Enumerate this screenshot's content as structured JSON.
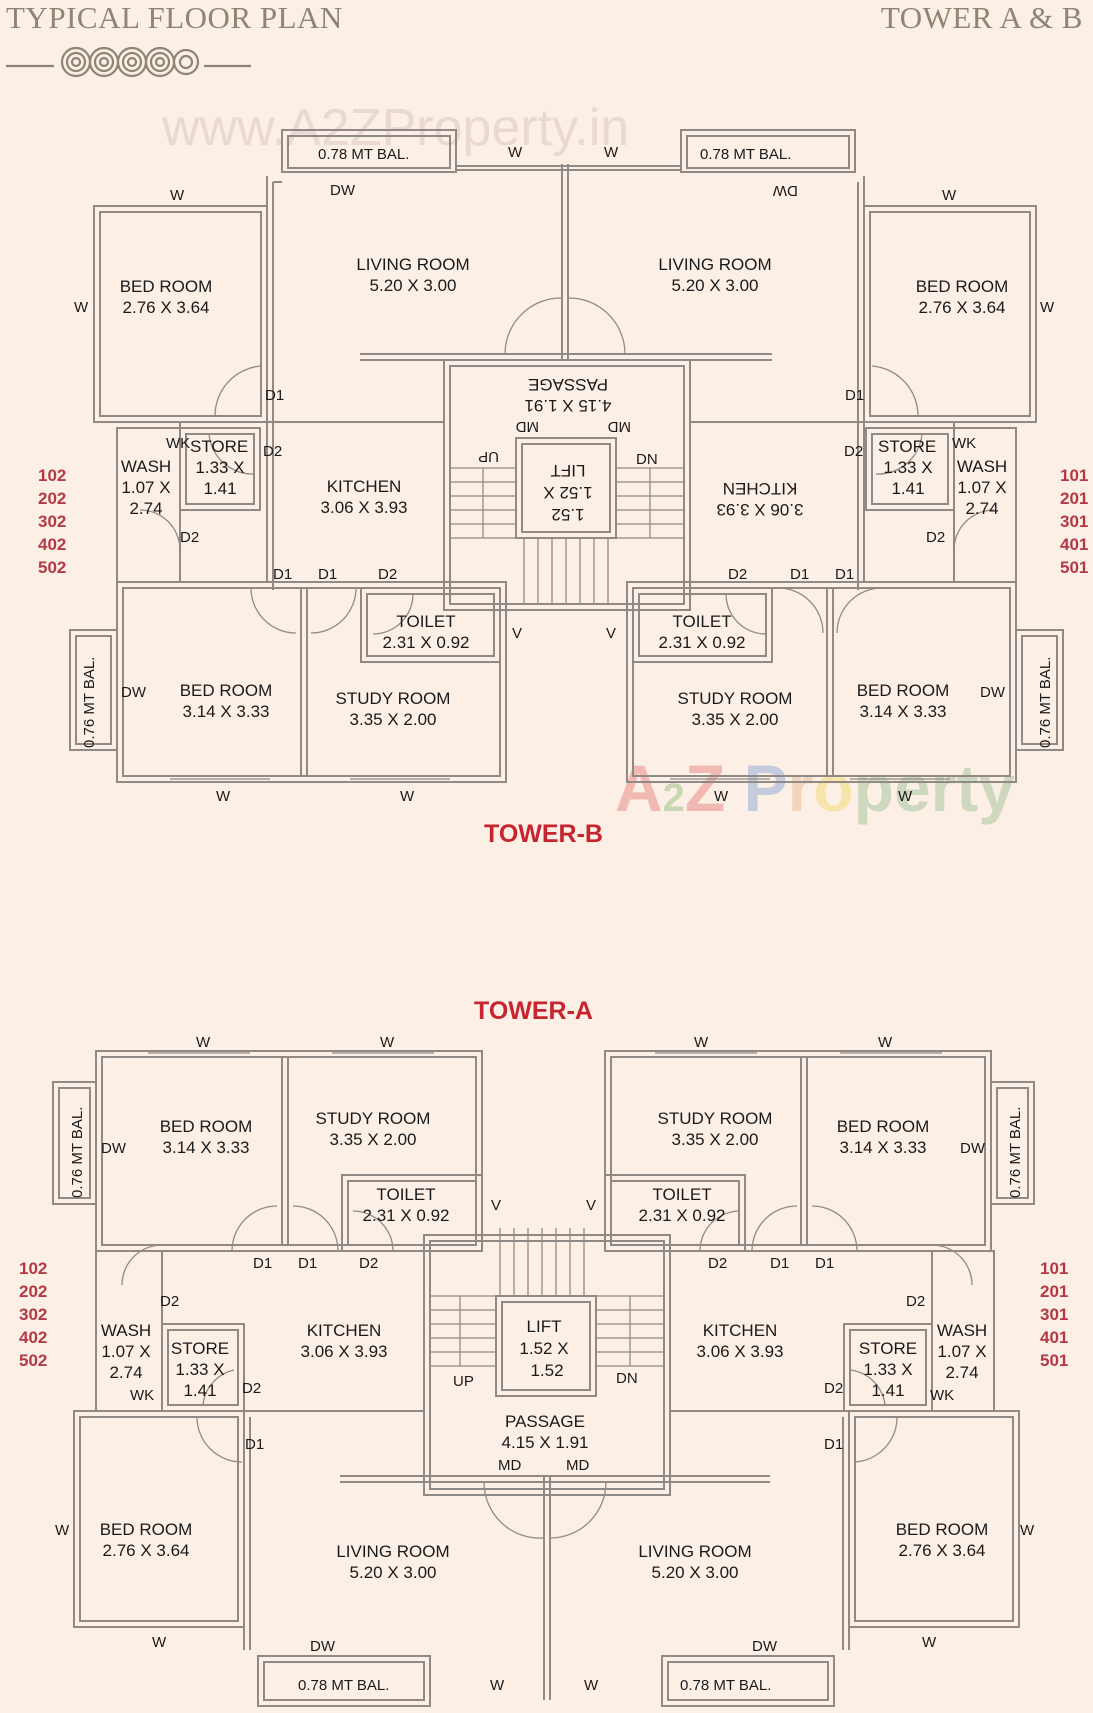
{
  "header": {
    "title_left": "TYPICAL FLOOR PLAN",
    "title_right": "TOWER A & B",
    "ornament": "spiral-ornament"
  },
  "watermarks": {
    "top": "www.A2ZProperty.in",
    "bottom_a": "A",
    "bottom_2": "2",
    "bottom_z": "Z",
    "bottom_p": "P",
    "bottom_r": "r",
    "bottom_o": "o",
    "bottom_perty": "perty"
  },
  "colors": {
    "background": "#fcefe5",
    "wall": "#8f8a85",
    "tower_label": "#c62530",
    "unit_numbers": "#b33a45",
    "heading": "#8d8576"
  },
  "tower_b": {
    "label": "TOWER-B",
    "units_left": [
      "102",
      "202",
      "302",
      "402",
      "502"
    ],
    "units_right": [
      "101",
      "201",
      "301",
      "401",
      "501"
    ],
    "left_flat": {
      "balcony_top": "0.78 MT  BAL.",
      "living_room": {
        "name": "LIVING ROOM",
        "size": "5.20 X 3.00"
      },
      "bed_room_1": {
        "name": "BED ROOM",
        "size": "2.76 X 3.64"
      },
      "store": {
        "name": "STORE",
        "size1": "1.33 X",
        "size2": "1.41"
      },
      "wash": {
        "name": "WASH",
        "size1": "1.07 X",
        "size2": "2.74"
      },
      "kitchen": {
        "name": "KITCHEN",
        "size": "3.06 X 3.93"
      },
      "toilet": {
        "name": "TOILET",
        "size": "2.31 X 0.92"
      },
      "bed_room_2": {
        "name": "BED ROOM",
        "size": "3.14 X 3.33"
      },
      "study_room": {
        "name": "STUDY ROOM",
        "size": "3.35 X 2.00"
      },
      "balcony_side": "0.76 MT  BAL."
    },
    "right_flat": {
      "balcony_top": "0.78 MT  BAL.",
      "living_room": {
        "name": "LIVING ROOM",
        "size": "5.20 X 3.00"
      },
      "bed_room_1": {
        "name": "BED ROOM",
        "size": "2.76 X 3.64"
      },
      "store": {
        "name": "STORE",
        "size1": "1.33 X",
        "size2": "1.41"
      },
      "wash": {
        "name": "WASH",
        "size1": "1.07 X",
        "size2": "2.74"
      },
      "kitchen": {
        "name": "KITCHEN",
        "size": "3.06 X 3.93"
      },
      "toilet": {
        "name": "TOILET",
        "size": "2.31 X 0.92"
      },
      "bed_room_2": {
        "name": "BED ROOM",
        "size": "3.14 X 3.33"
      },
      "study_room": {
        "name": "STUDY ROOM",
        "size": "3.35 X 2.00"
      },
      "balcony_side": "0.76 MT  BAL."
    },
    "core": {
      "passage": {
        "name": "PASSAGE",
        "size": "4.15 X 1.91"
      },
      "lift": {
        "name": "LIFT",
        "size1": "1.52 X",
        "size2": "1.52"
      },
      "up": "UP",
      "dn": "DN",
      "md": "MD",
      "v": "V"
    }
  },
  "tower_a": {
    "label": "TOWER-A",
    "units_left": [
      "102",
      "202",
      "302",
      "402",
      "502"
    ],
    "units_right": [
      "101",
      "201",
      "301",
      "401",
      "501"
    ],
    "left_flat": {
      "balcony_bottom": "0.78 MT  BAL.",
      "living_room": {
        "name": "LIVING ROOM",
        "size": "5.20 X 3.00"
      },
      "bed_room_1": {
        "name": "BED ROOM",
        "size": "2.76 X 3.64"
      },
      "store": {
        "name": "STORE",
        "size1": "1.33 X",
        "size2": "1.41"
      },
      "wash": {
        "name": "WASH",
        "size1": "1.07 X",
        "size2": "2.74"
      },
      "kitchen": {
        "name": "KITCHEN",
        "size": "3.06 X 3.93"
      },
      "toilet": {
        "name": "TOILET",
        "size": "2.31 X 0.92"
      },
      "bed_room_2": {
        "name": "BED ROOM",
        "size": "3.14 X 3.33"
      },
      "study_room": {
        "name": "STUDY ROOM",
        "size": "3.35 X 2.00"
      },
      "balcony_side": "0.76 MT  BAL."
    },
    "right_flat": {
      "balcony_bottom": "0.78 MT  BAL.",
      "living_room": {
        "name": "LIVING ROOM",
        "size": "5.20 X 3.00"
      },
      "bed_room_1": {
        "name": "BED ROOM",
        "size": "2.76 X 3.64"
      },
      "store": {
        "name": "STORE",
        "size1": "1.33 X",
        "size2": "1.41"
      },
      "wash": {
        "name": "WASH",
        "size1": "1.07 X",
        "size2": "2.74"
      },
      "kitchen": {
        "name": "KITCHEN",
        "size": "3.06 X 3.93"
      },
      "toilet": {
        "name": "TOILET",
        "size": "2.31 X 0.92"
      },
      "bed_room_2": {
        "name": "BED ROOM",
        "size": "3.14 X 3.33"
      },
      "study_room": {
        "name": "STUDY ROOM",
        "size": "3.35 X 2.00"
      },
      "balcony_side": "0.76 MT  BAL."
    },
    "core": {
      "passage": {
        "name": "PASSAGE",
        "size": "4.15 X 1.91"
      },
      "lift": {
        "name": "LIFT",
        "size1": "1.52 X",
        "size2": "1.52"
      },
      "up": "UP",
      "dn": "DN",
      "md": "MD",
      "v": "V"
    }
  },
  "tags": {
    "window": "W",
    "door_window": "DW",
    "door_1": "D1",
    "door_2": "D2",
    "wash_kitchen": "WK",
    "ventilator": "V",
    "main_door": "MD"
  }
}
